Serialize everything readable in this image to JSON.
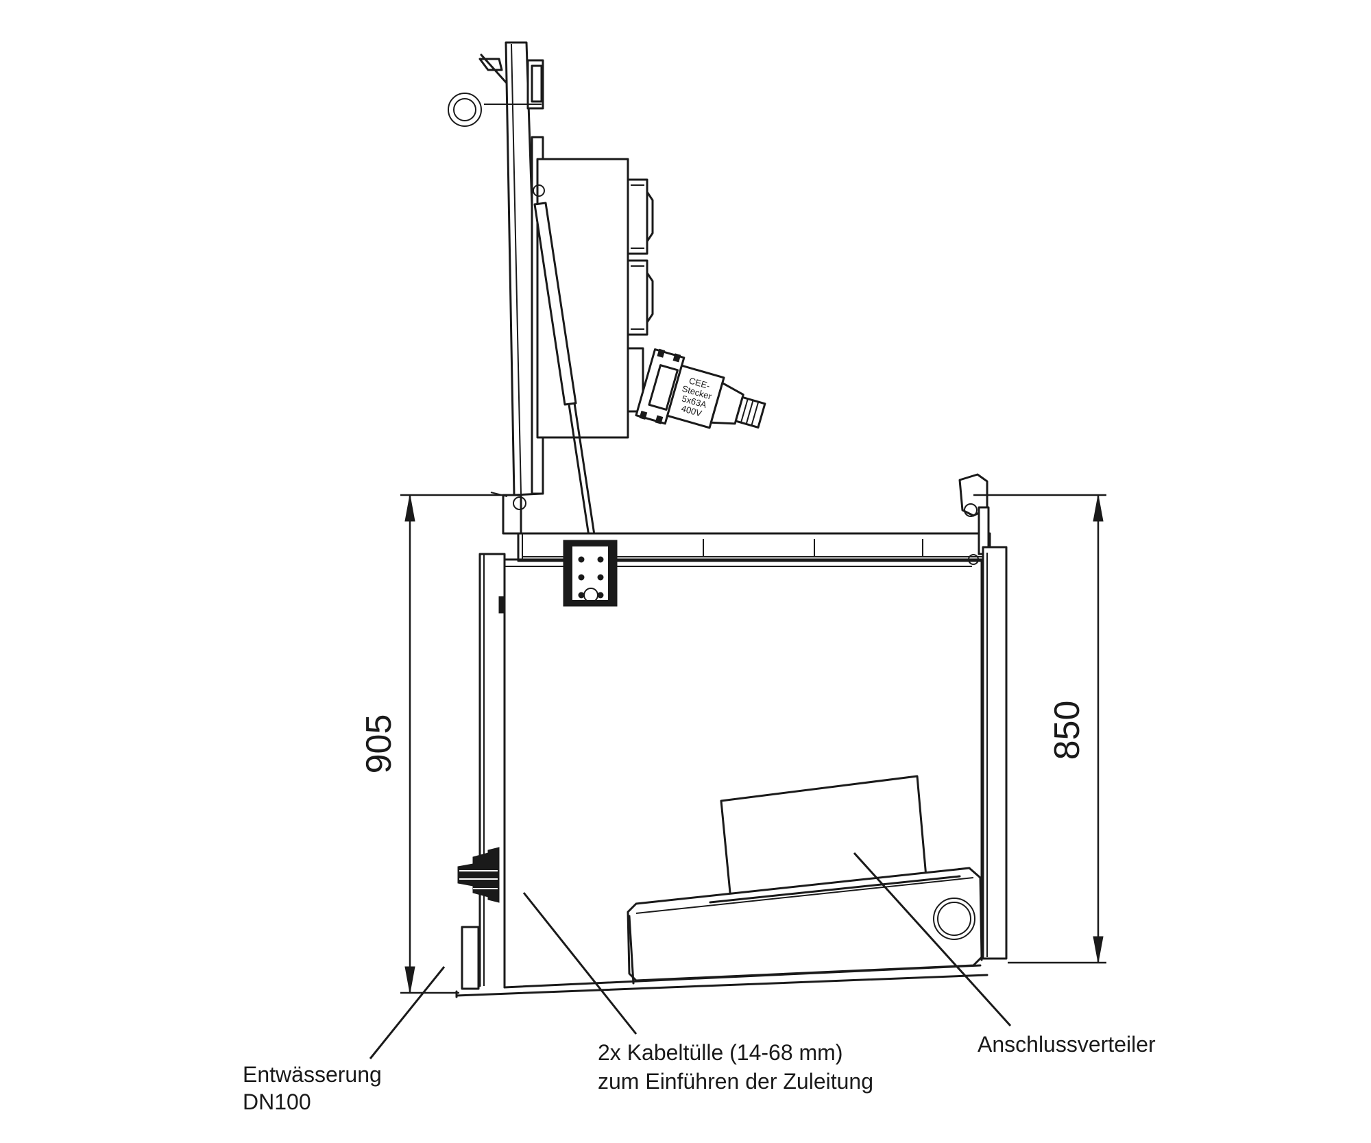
{
  "dimensions": {
    "left_height": "905",
    "right_height": "850"
  },
  "plug_label": {
    "line1": "CEE-",
    "line2": "Stecker",
    "line3": "5x63A",
    "line4": "400V"
  },
  "labels": {
    "drainage_line1": "Entwässerung",
    "drainage_line2": "DN100",
    "cable_gland_line1": "2x Kabeltülle (14-68 mm)",
    "cable_gland_line2": "zum Einführen der Zuleitung",
    "distributor": "Anschlussverteiler"
  }
}
